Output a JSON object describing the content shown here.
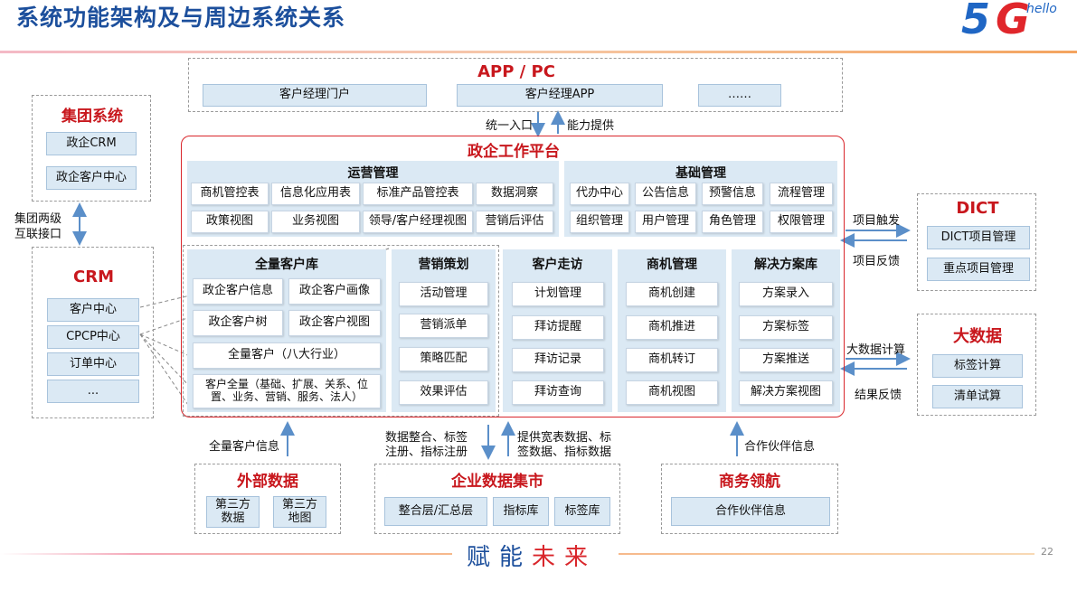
{
  "title": "系统功能架构及与周边系统关系",
  "logo": {
    "five": "5",
    "g": "G",
    "hello": "hello"
  },
  "app_pc": {
    "title": "APP / PC",
    "items": [
      "客户经理门户",
      "客户经理APP",
      "……"
    ]
  },
  "group_system": {
    "title": "集团系统",
    "items": [
      "政企CRM",
      "政企客户中心"
    ]
  },
  "platform": {
    "title": "政企工作平台",
    "ops": {
      "title": "运营管理",
      "items": [
        "商机管控表",
        "信息化应用表",
        "标准产品管控表",
        "数据洞察",
        "政策视图",
        "业务视图",
        "领导/客户经理视图",
        "营销后评估"
      ]
    },
    "base": {
      "title": "基础管理",
      "items": [
        "代办中心",
        "公告信息",
        "预警信息",
        "流程管理",
        "组织管理",
        "用户管理",
        "角色管理",
        "权限管理"
      ]
    },
    "customers": {
      "title": "全量客户库",
      "items": [
        "政企客户信息",
        "政企客户画像",
        "政企客户树",
        "政企客户视图"
      ],
      "all_industry": "全量客户（八大行业）",
      "all_detail": "客户全量（基础、扩展、关系、位置、业务、营销、服务、法人）"
    },
    "marketing": {
      "title": "营销策划",
      "items": [
        "活动管理",
        "营销派单",
        "策略匹配",
        "效果评估"
      ]
    },
    "visit": {
      "title": "客户走访",
      "items": [
        "计划管理",
        "拜访提醒",
        "拜访记录",
        "拜访查询"
      ]
    },
    "opportunity": {
      "title": "商机管理",
      "items": [
        "商机创建",
        "商机推进",
        "商机转订",
        "商机视图"
      ]
    },
    "solution": {
      "title": "解决方案库",
      "items": [
        "方案录入",
        "方案标签",
        "方案推送",
        "解决方案视图"
      ]
    }
  },
  "crm": {
    "title": "CRM",
    "items": [
      "客户中心",
      "CPCP中心",
      "订单中心",
      "..."
    ]
  },
  "dict": {
    "title": "DICT",
    "items": [
      "DICT项目管理",
      "重点项目管理"
    ]
  },
  "bigdata": {
    "title": "大数据",
    "items": [
      "标签计算",
      "清单试算"
    ]
  },
  "external": {
    "title": "外部数据",
    "items": [
      "第三方\n数据",
      "第三方\n地图"
    ]
  },
  "datamart": {
    "title": "企业数据集市",
    "items": [
      "整合层/汇总层",
      "指标库",
      "标签库"
    ]
  },
  "business": {
    "title": "商务领航",
    "items": [
      "合作伙伴信息"
    ]
  },
  "flows": {
    "unified_entry": "统一入口",
    "capability": "能力提供",
    "group_interface": "集团两级\n互联接口",
    "project_trigger": "项目触发",
    "project_feedback": "项目反馈",
    "bigdata_calc": "大数据计算",
    "result_feedback": "结果反馈",
    "all_customer_info": "全量客户信息",
    "data_integration": "数据整合、标签\n注册、指标注册",
    "provide_data": "提供宽表数据、标\n签数据、指标数据",
    "partner_info": "合作伙伴信息"
  },
  "slogan": {
    "a": "赋能",
    "b": "未来"
  },
  "page": "22"
}
